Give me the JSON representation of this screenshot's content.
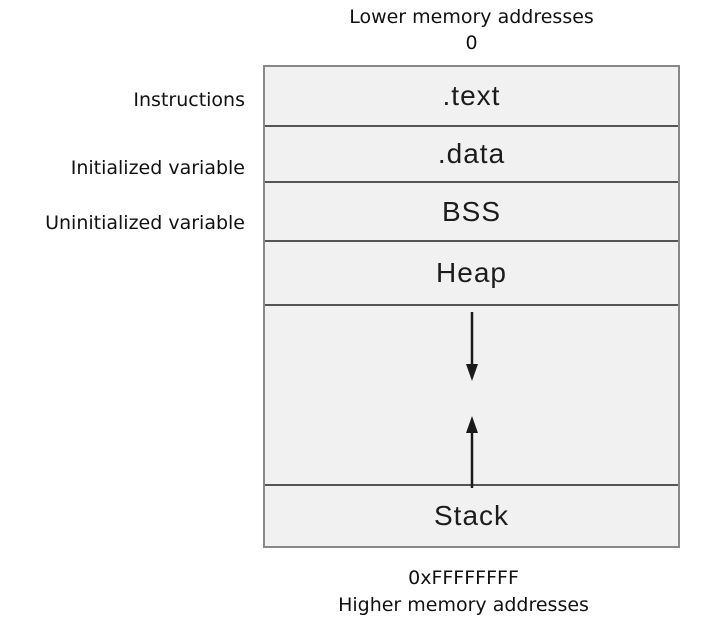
{
  "memory_map": {
    "top_caption": "Lower memory addresses",
    "start_address": "0",
    "end_address": "0xFFFFFFFF",
    "bottom_caption": "Higher memory addresses",
    "segments": [
      {
        "label": ".text"
      },
      {
        "label": ".data"
      },
      {
        "label": "BSS"
      },
      {
        "label": "Heap"
      },
      {
        "label": ""
      },
      {
        "label": "Stack"
      }
    ],
    "side_labels": [
      {
        "text": "Instructions"
      },
      {
        "text": "Initialized variable"
      },
      {
        "text": "Uninitialized variable"
      }
    ]
  },
  "colors": {
    "segment_fill": "#f1f1f1",
    "outer_border": "#888888",
    "divider": "#555555",
    "text": "#111111",
    "arrow": "#1a1a1a",
    "page_bg": "#ffffff"
  }
}
